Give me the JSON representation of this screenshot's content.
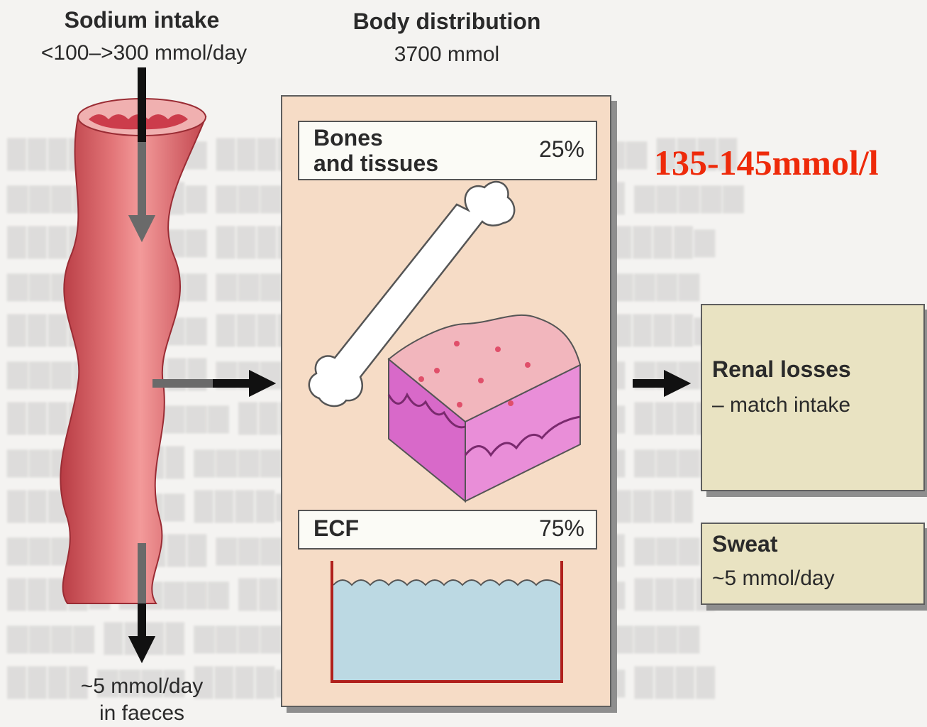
{
  "intake": {
    "title": "Sodium intake",
    "range": "<100–>300 mmol/day"
  },
  "distribution": {
    "title": "Body distribution",
    "total": "3700 mmol",
    "compartments": [
      {
        "name_line1": "Bones",
        "name_line2": "and tissues",
        "percent": "25%"
      },
      {
        "name": "ECF",
        "percent": "75%"
      }
    ]
  },
  "concentration": "135-145mmol/l",
  "losses": {
    "renal": {
      "title": "Renal losses",
      "subtitle": "– match intake"
    },
    "sweat": {
      "title": "Sweat",
      "subtitle": "~5 mmol/day"
    },
    "faeces": {
      "line1": "~5 mmol/day",
      "line2": "in faeces"
    }
  },
  "colors": {
    "concentration_text": "#ee2a0a",
    "gut": "#d95a5a",
    "panel": "#f6dcc6",
    "loss_box": "#e9e3c2",
    "water": "#bcd9e3",
    "tissue_top": "#f2b6bd",
    "tissue_side": "#d869c9"
  },
  "icons": [
    "gut-tube-illustration",
    "bone-illustration",
    "tissue-block-illustration",
    "water-container-illustration",
    "arrow-icon"
  ]
}
